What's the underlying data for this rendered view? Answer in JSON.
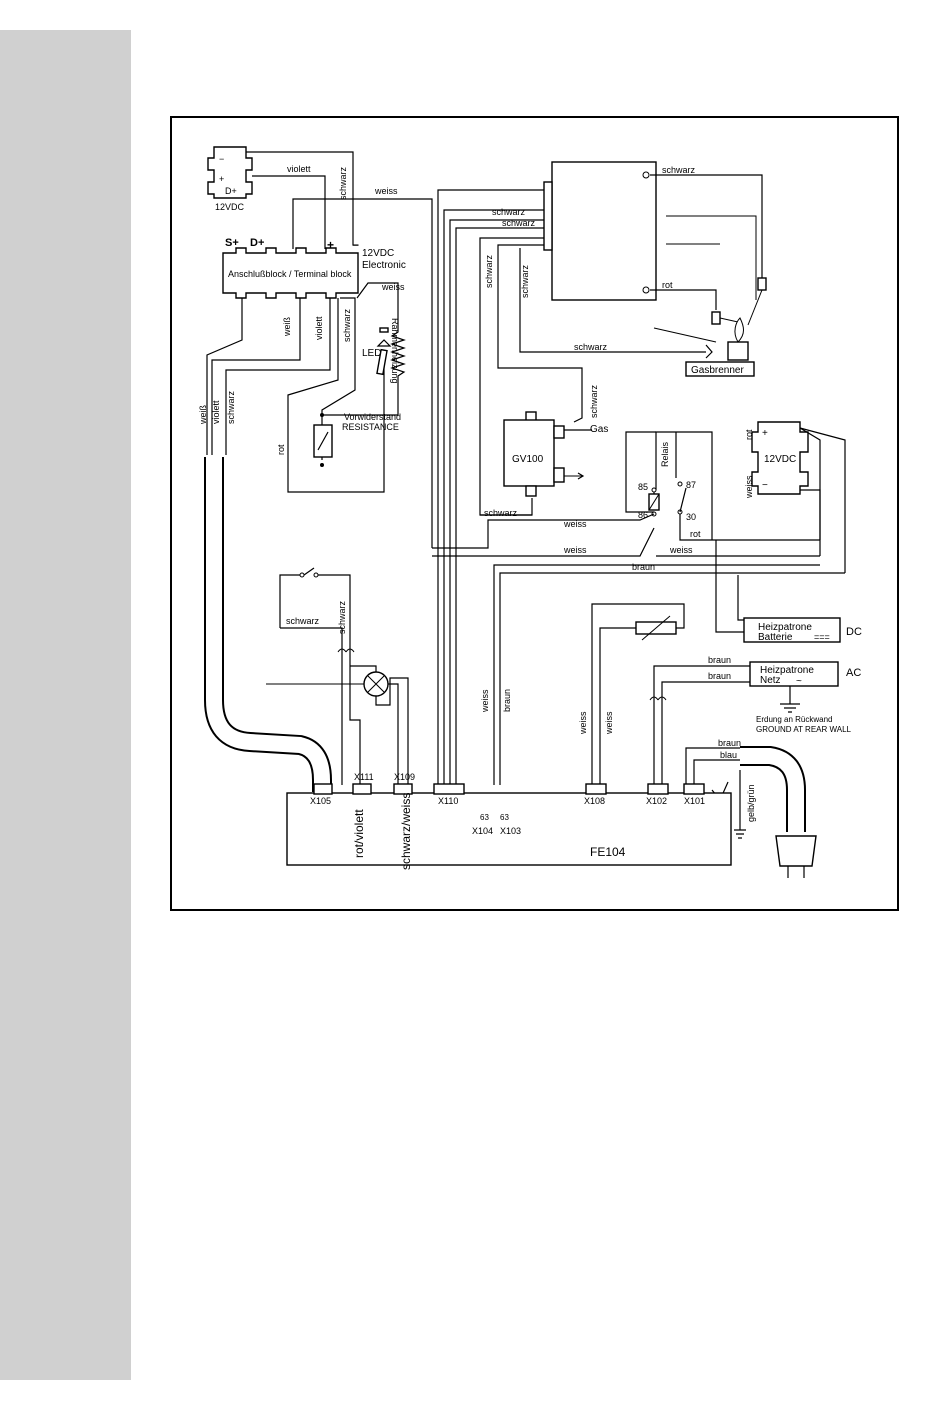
{
  "labels": {
    "vdc_top": "12VDC",
    "d_plus_small": "D+",
    "s_plus": "S+",
    "d_plus": "D+",
    "plus": "+",
    "minus": "−",
    "terminal_block": "Anschlußblock / Terminal block",
    "vdc_electronic_1": "12VDC",
    "vdc_electronic_2": "Electronic",
    "violett_top": "violett",
    "schwarz_top": "schwarz",
    "weiss_top": "weiss",
    "weiss_led": "weiss",
    "led": "LED",
    "rahmenheizung": "Rahmenheizung",
    "vorwiderstand": "Vorwiderstand",
    "resistance": "RESISTANCE",
    "weiss_v": "weiß",
    "violett_v": "violett",
    "schwarz_v": "schwarz",
    "cable_weiss": "weiß",
    "cable_violett": "violett",
    "cable_schwarz": "schwarz",
    "rot_left": "rot",
    "schwarz_ign1": "schwarz",
    "schwarz_ign2": "schwarz",
    "schwarz_ign3": "schwarz",
    "schwarz_ign_right": "schwarz",
    "rot_ign": "rot",
    "schwarz_ign_bottom": "schwarz",
    "gasbrenner": "Gasbrenner",
    "schwarz_v1": "schwarz",
    "schwarz_v2": "schwarz",
    "schwarz_gv_top": "schwarz",
    "gv100": "GV100",
    "gas": "Gas",
    "schwarz_gv_bottom": "schwarz",
    "relais": "Relais",
    "r85": "85",
    "r87": "87",
    "r86": "86",
    "r30": "30",
    "rot_relay": "rot",
    "weiss_r1": "weiss",
    "weiss_r2": "weiss",
    "weiss_r3": "weiss",
    "braun_r": "braun",
    "rot_batt": "rot",
    "weiss_batt": "weiss",
    "vdc_batt": "12VDC",
    "batt_plus": "+",
    "batt_minus": "−",
    "heizpatrone_dc_1": "Heizpatrone",
    "heizpatrone_dc_2": "Batterie",
    "dc": "DC",
    "braun_ac1": "braun",
    "braun_ac2": "braun",
    "heizpatrone_ac_1": "Heizpatrone",
    "heizpatrone_ac_2": "Netz",
    "ac": "AC",
    "erdung": "Erdung an Rückwand",
    "ground": "GROUND AT  REAR WALL",
    "schwarz_sw1": "schwarz",
    "schwarz_sw2": "schwarz",
    "weiss_x104": "weiss",
    "braun_x103": "braun",
    "weiss_x108a": "weiss",
    "weiss_x108b": "weiss",
    "braun_x101": "braun",
    "blau_x101": "blau",
    "gelb_gruen": "gelb/grün",
    "x105": "X105",
    "x111": "X111",
    "x109": "X109",
    "x110": "X110",
    "x108": "X108",
    "x102": "X102",
    "x101": "X101",
    "x104": "X104",
    "x103": "X103",
    "n63a": "63",
    "n63b": "63",
    "rot_violett": "rot/violett",
    "schwarz_weiss": "schwarz/weiss",
    "fe104": "FE104"
  }
}
